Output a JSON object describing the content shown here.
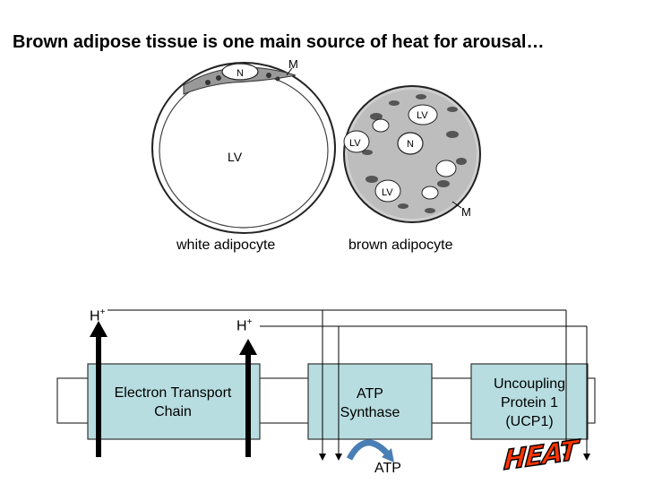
{
  "title": "Brown adipose tissue is one main source of heat for arousal…",
  "micrograph": {
    "white_label": "white adipocyte",
    "brown_label": "brown adipocyte",
    "white_tags": {
      "nucleus": "N",
      "mito": "M",
      "vacuole": "LV"
    },
    "brown_tags": {
      "lv1": "LV",
      "lv2": "LV",
      "lv3": "LV",
      "nucleus": "N",
      "mito": "M"
    }
  },
  "membrane": {
    "proton_left": "H+",
    "proton_mid": "H+",
    "etc_label": "Electron Transport Chain",
    "atp_synthase_label": "ATP Synthase",
    "ucp_label": "Uncoupling Protein 1 (UCP1)",
    "atp_product": "ATP",
    "heat_word": "HEAT"
  },
  "colors": {
    "protein_fill": "#b8dde0",
    "heat": "#ff3300"
  }
}
